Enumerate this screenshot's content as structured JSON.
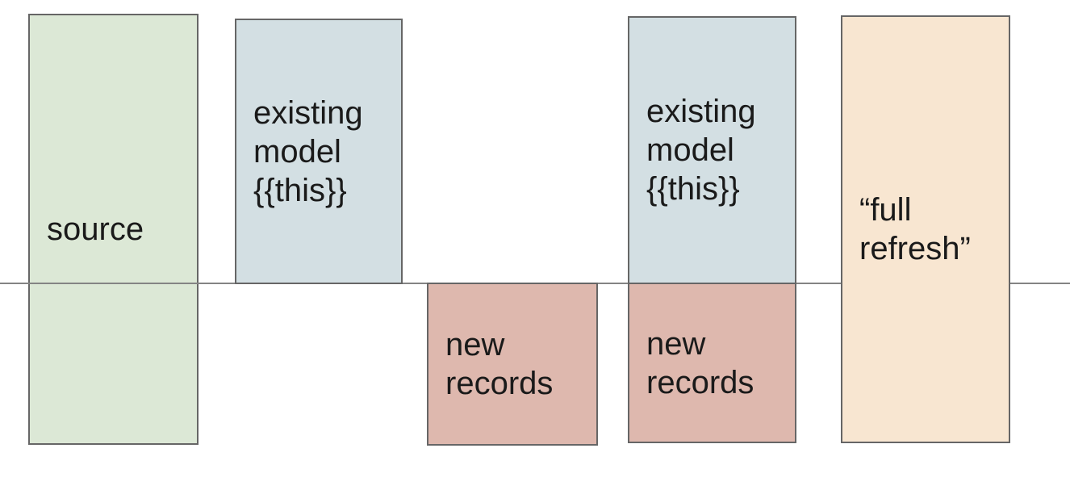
{
  "diagram": {
    "boxes": [
      {
        "name": "source",
        "label": "source",
        "fill": "#dce8d6"
      },
      {
        "name": "existing-model-left",
        "label": "existing\nmodel\n{{this}}",
        "fill": "#d3dfe3"
      },
      {
        "name": "new-records-left",
        "label": "new\nrecords",
        "fill": "#deb8ae"
      },
      {
        "name": "existing-model-right",
        "label": "existing\nmodel\n{{this}}",
        "fill": "#d3dfe3"
      },
      {
        "name": "new-records-right",
        "label": "new\nrecords",
        "fill": "#deb8ae"
      },
      {
        "name": "full-refresh",
        "label": "“full\nrefresh”",
        "fill": "#f8e6d1"
      }
    ],
    "colors": {
      "background": "#ffffff",
      "box_border": "#666666",
      "baseline": "#848484",
      "text": "#1a1a1a",
      "source_fill": "#dce8d6",
      "existing_model_fill": "#d3dfe3",
      "new_records_fill": "#deb8ae",
      "full_refresh_fill": "#f8e6d1"
    }
  }
}
